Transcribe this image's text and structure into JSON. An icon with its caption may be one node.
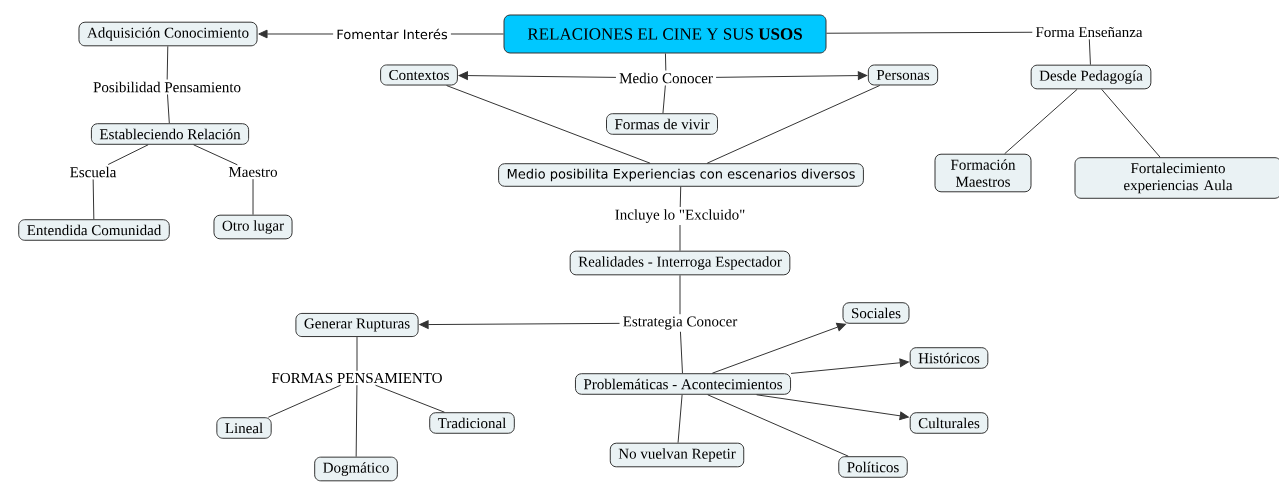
{
  "diagram": {
    "nodes": [
      {
        "text": [
          "RELACIONES EL CINE Y SUS **USOS**"
        ]
      },
      {
        "text": [
          "Fomentar Interés"
        ]
      },
      {
        "text": [
          "Adquisición Conocimiento"
        ]
      },
      {
        "text": [
          "Posibilidad Pensamiento"
        ]
      },
      {
        "text": [
          "Estableciendo Relación"
        ]
      },
      {
        "text": [
          "Escuela"
        ]
      },
      {
        "text": [
          "Maestro"
        ]
      },
      {
        "text": [
          "Entendida Comunidad"
        ]
      },
      {
        "text": [
          "Otro lugar"
        ]
      },
      {
        "text": [
          "Forma Enseñanza"
        ]
      },
      {
        "text": [
          "Desde Pedagogía"
        ]
      },
      {
        "text": [
          "Formación Maestros"
        ]
      },
      {
        "text": [
          "Fortalecimiento experiencias Aula"
        ]
      },
      {
        "text": [
          "Medio Conocer"
        ]
      },
      {
        "text": [
          "Contextos"
        ]
      },
      {
        "text": [
          "Personas"
        ]
      },
      {
        "text": [
          "Formas de vivir"
        ]
      },
      {
        "text": [
          "Medio posibilita Experiencias con escenarios diversos"
        ]
      },
      {
        "text": [
          "Incluye lo \"Excluido\""
        ]
      },
      {
        "text": [
          "Realidades - Interroga Espectador"
        ]
      },
      {
        "text": [
          "Estrategia Conocer"
        ]
      },
      {
        "text": [
          "Generar Rupturas"
        ]
      },
      {
        "text": [
          "FORMAS PENSAMIENTO"
        ]
      },
      {
        "text": [
          "Lineal"
        ]
      },
      {
        "text": [
          "Dogmático"
        ]
      },
      {
        "text": [
          "Tradicional"
        ]
      },
      {
        "text": [
          "Problemáticas - Acontecimientos"
        ]
      },
      {
        "text": [
          "No vuelvan Repetir"
        ]
      },
      {
        "text": [
          "Sociales"
        ]
      },
      {
        "text": [
          "Históricos"
        ]
      },
      {
        "text": [
          "Culturales"
        ]
      },
      {
        "text": [
          "Políticos"
        ]
      }
    ],
    "edges": [
      {
        "from": 0,
        "to": 1,
        "arrow": "none"
      },
      {
        "from": 1,
        "to": 2,
        "arrow": "to"
      },
      {
        "from": 2,
        "to": 3,
        "arrow": "none"
      },
      {
        "from": 3,
        "to": 4,
        "arrow": "none"
      },
      {
        "from": 4,
        "to": 5,
        "arrow": "none"
      },
      {
        "from": 5,
        "to": 7,
        "arrow": "none"
      },
      {
        "from": 4,
        "to": 6,
        "arrow": "none"
      },
      {
        "from": 6,
        "to": 8,
        "arrow": "none"
      },
      {
        "from": 0,
        "to": 9,
        "arrow": "none"
      },
      {
        "from": 9,
        "to": 10,
        "arrow": "none"
      },
      {
        "from": 10,
        "to": 11,
        "arrow": "none"
      },
      {
        "from": 10,
        "to": 12,
        "arrow": "none"
      },
      {
        "from": 0,
        "to": 13,
        "arrow": "none"
      },
      {
        "from": 13,
        "to": 14,
        "arrow": "to"
      },
      {
        "from": 13,
        "to": 15,
        "arrow": "to"
      },
      {
        "from": 13,
        "to": 16,
        "arrow": "none"
      },
      {
        "from": 14,
        "to": 17,
        "arrow": "none"
      },
      {
        "from": 15,
        "to": 17,
        "arrow": "none"
      },
      {
        "from": 17,
        "to": 18,
        "arrow": "none"
      },
      {
        "from": 18,
        "to": 19,
        "arrow": "none"
      },
      {
        "from": 19,
        "to": 20,
        "arrow": "none"
      },
      {
        "from": 20,
        "to": 21,
        "arrow": "to"
      },
      {
        "from": 20,
        "to": 26,
        "arrow": "none"
      },
      {
        "from": 21,
        "to": 22,
        "arrow": "none"
      },
      {
        "from": 22,
        "to": 23,
        "arrow": "none"
      },
      {
        "from": 22,
        "to": 24,
        "arrow": "none"
      },
      {
        "from": 22,
        "to": 25,
        "arrow": "none"
      },
      {
        "from": 26,
        "to": 27,
        "arrow": "none"
      },
      {
        "from": 26,
        "to": 28,
        "arrow": "to"
      },
      {
        "from": 26,
        "to": 29,
        "arrow": "to"
      },
      {
        "from": 26,
        "to": 30,
        "arrow": "to"
      },
      {
        "from": 26,
        "to": 31,
        "arrow": "none"
      }
    ]
  }
}
